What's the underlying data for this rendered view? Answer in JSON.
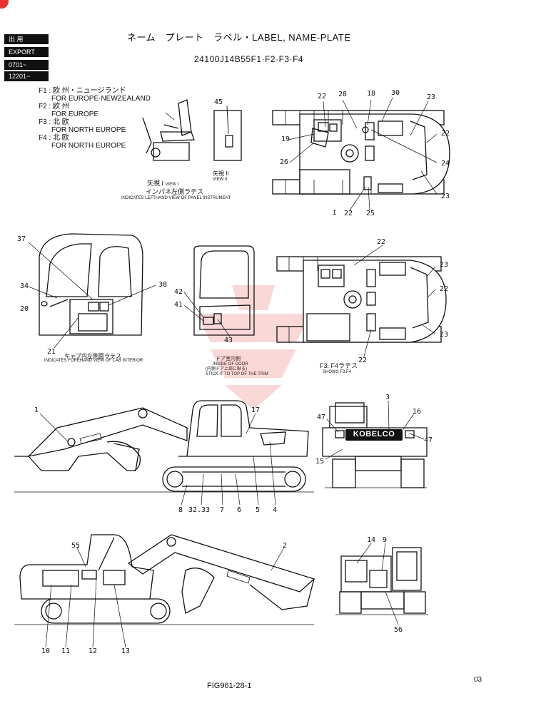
{
  "header": {
    "title": "ネーム　プレート　ラベル・LABEL, NAME-PLATE",
    "part_number": "24100J14B55F1·F2·F3·F4"
  },
  "side_labels": [
    "出 用",
    "EXPORT",
    "0701~",
    "12201~"
  ],
  "variants": [
    {
      "code": "F1",
      "ja": "欧 州・ニュージランド",
      "en": "FOR EUROPE·NEWZEALAND"
    },
    {
      "code": "F2",
      "ja": "欧 州",
      "en": "FOR EUROPE"
    },
    {
      "code": "F3",
      "ja": "北 欧",
      "en": "FOR NORTH EUROPE"
    },
    {
      "code": "F4",
      "ja": "北 欧",
      "en": "FOR NORTH EUROPE"
    }
  ],
  "view_captions": {
    "view1_ja": "矢視 I",
    "view1_label": "VIEW I",
    "view1_ja2": "インパネ左側ラテス",
    "view1_en": "INDICATES LEFTHAND VIEW OF PANEL INSTRUMENT",
    "view2_ja": "矢視 II",
    "view2_label": "VIEW II",
    "cab_ja": "キャブ内左側面ラテス",
    "cab_en": "INDICATES FOREHAND VIEW OF CAB INTERIOR",
    "door_ja": "ドア室内側",
    "door_en1": "INSIDE OF DOOR",
    "door_ja2": "(内側ドア上部に貼る)",
    "door_en2": "STICK IT TO TOP OF THE TRIM",
    "f34_ja": "F3. F4ラテス",
    "f34_en": "SHOWS F3.F4"
  },
  "brand": "KOBELCO",
  "callouts": {
    "top": [
      "45",
      "22",
      "28",
      "18",
      "30",
      "23",
      "22",
      "19",
      "26",
      "24",
      "23",
      "22",
      "25",
      "I"
    ],
    "mid": [
      "37",
      "34",
      "20",
      "21",
      "38",
      "42",
      "41",
      "43",
      "22",
      "23",
      "22",
      "23",
      "22"
    ],
    "side1": [
      "1",
      "17",
      "8",
      "32.33",
      "7",
      "6",
      "5",
      "4"
    ],
    "rear1": [
      "3",
      "16",
      "47",
      "47",
      "15"
    ],
    "side2": [
      "55",
      "2",
      "10",
      "11",
      "12",
      "13"
    ],
    "rear2": [
      "14",
      "9",
      "56"
    ]
  },
  "footer": {
    "figure": "FIG961-28-1",
    "page": "03"
  }
}
